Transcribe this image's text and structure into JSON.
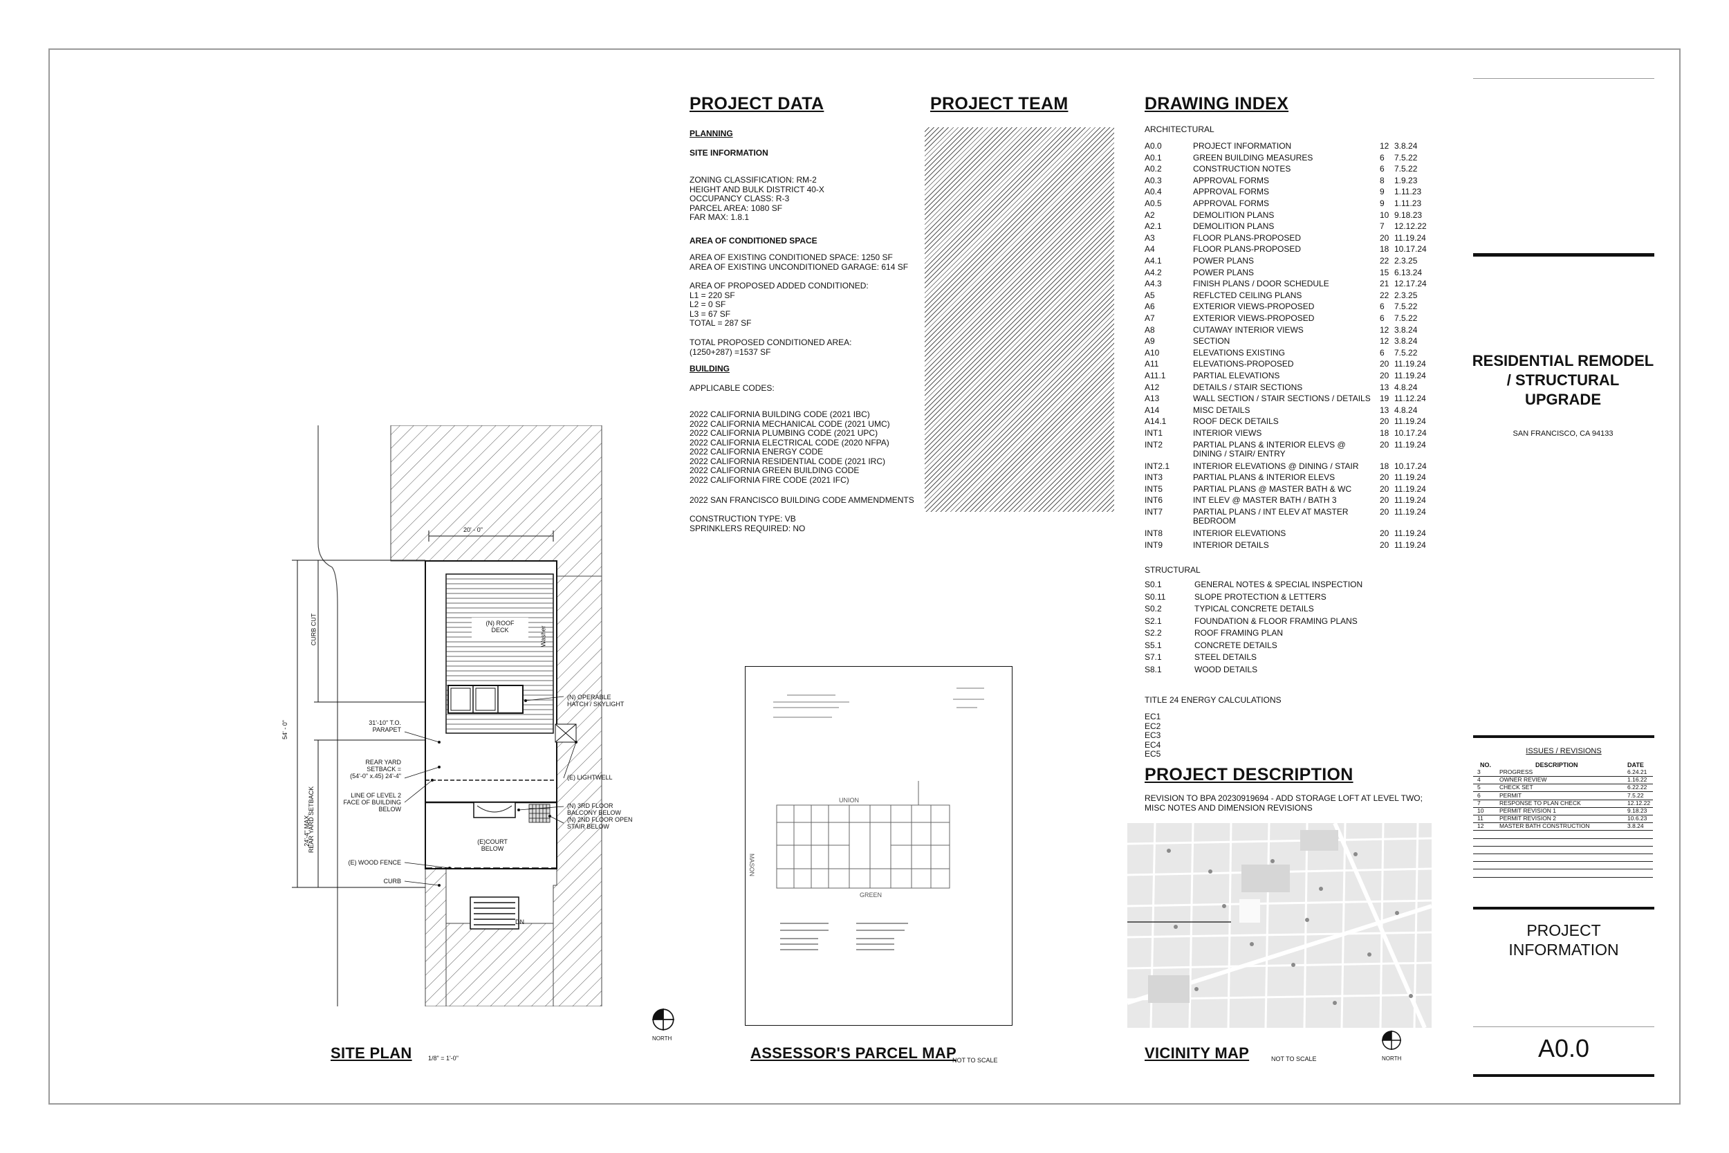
{
  "project_data": {
    "title": "PROJECT DATA",
    "planning": "PLANNING",
    "site_information": "SITE INFORMATION",
    "site_lines": [
      "ZONING CLASSIFICATION:  RM-2",
      "HEIGHT AND BULK DISTRICT 40-X",
      "OCCUPANCY CLASS: R-3",
      "PARCEL AREA: 1080 SF",
      "FAR MAX: 1.8.1"
    ],
    "conditioned_heading": "AREA OF CONDITIONED SPACE",
    "conditioned_lines": [
      "AREA OF EXISTING CONDITIONED SPACE: 1250 SF",
      "AREA OF EXISTING UNCONDITIONED GARAGE: 614 SF"
    ],
    "added_lines": [
      "AREA OF PROPOSED ADDED CONDITIONED:",
      "L1 = 220 SF",
      "L2 = 0 SF",
      "L3 = 67 SF",
      "TOTAL = 287 SF"
    ],
    "total_lines": [
      "TOTAL PROPOSED CONDITIONED AREA:",
      "(1250+287) =1537 SF"
    ],
    "building": "BUILDING",
    "applicable_codes": "APPLICABLE CODES:",
    "codes": [
      "2022 CALIFORNIA BUILDING CODE (2021 IBC)",
      "2022 CALIFORNIA MECHANICAL CODE (2021 UMC)",
      "2022 CALIFORNIA PLUMBING CODE (2021 UPC)",
      "2022 CALIFORNIA ELECTRICAL CODE (2020 NFPA)",
      "2022 CALIFORNIA ENERGY CODE",
      "2022 CALIFORNIA RESIDENTIAL CODE (2021 IRC)",
      "2022 CALIFORNIA GREEN BUILDING CODE",
      "2022 CALIFORNIA FIRE CODE (2021 IFC)"
    ],
    "sf_code": "2022 SAN FRANCISCO BUILDING CODE AMMENDMENTS",
    "construction_lines": [
      "CONSTRUCTION TYPE: VB",
      "SPRINKLERS REQUIRED:  NO"
    ]
  },
  "project_team": {
    "title": "PROJECT TEAM"
  },
  "drawing_index": {
    "title": "DRAWING INDEX",
    "architectural_label": "ARCHITECTURAL",
    "architectural": [
      {
        "num": "A0.0",
        "title": "PROJECT INFORMATION",
        "rev": "12",
        "date": "3.8.24"
      },
      {
        "num": "A0.1",
        "title": "GREEN BUILDING MEASURES",
        "rev": "6",
        "date": "7.5.22"
      },
      {
        "num": "A0.2",
        "title": "CONSTRUCTION NOTES",
        "rev": "6",
        "date": "7.5.22"
      },
      {
        "num": "A0.3",
        "title": "APPROVAL FORMS",
        "rev": "8",
        "date": "1.9.23"
      },
      {
        "num": "A0.4",
        "title": "APPROVAL FORMS",
        "rev": "9",
        "date": "1.11.23"
      },
      {
        "num": "A0.5",
        "title": "APPROVAL FORMS",
        "rev": "9",
        "date": "1.11.23"
      },
      {
        "num": "A2",
        "title": "DEMOLITION PLANS",
        "rev": "10",
        "date": "9.18.23"
      },
      {
        "num": "A2.1",
        "title": "DEMOLITION PLANS",
        "rev": "7",
        "date": "12.12.22"
      },
      {
        "num": "A3",
        "title": "FLOOR PLANS-PROPOSED",
        "rev": "20",
        "date": "11.19.24"
      },
      {
        "num": "A4",
        "title": "FLOOR PLANS-PROPOSED",
        "rev": "18",
        "date": "10.17.24"
      },
      {
        "num": "A4.1",
        "title": "POWER PLANS",
        "rev": "22",
        "date": "2.3.25"
      },
      {
        "num": "A4.2",
        "title": "POWER PLANS",
        "rev": "15",
        "date": "6.13.24"
      },
      {
        "num": "A4.3",
        "title": "FINISH PLANS / DOOR SCHEDULE",
        "rev": "21",
        "date": "12.17.24"
      },
      {
        "num": "A5",
        "title": "REFLCTED CEILING PLANS",
        "rev": "22",
        "date": "2.3.25"
      },
      {
        "num": "A6",
        "title": "EXTERIOR VIEWS-PROPOSED",
        "rev": "6",
        "date": "7.5.22"
      },
      {
        "num": "A7",
        "title": "EXTERIOR VIEWS-PROPOSED",
        "rev": "6",
        "date": "7.5.22"
      },
      {
        "num": "A8",
        "title": "CUTAWAY INTERIOR  VIEWS",
        "rev": "12",
        "date": "3.8.24"
      },
      {
        "num": "A9",
        "title": "SECTION",
        "rev": "12",
        "date": "3.8.24"
      },
      {
        "num": "A10",
        "title": "ELEVATIONS EXISTING",
        "rev": "6",
        "date": "7.5.22"
      },
      {
        "num": "A11",
        "title": "ELEVATIONS-PROPOSED",
        "rev": "20",
        "date": "11.19.24"
      },
      {
        "num": "A11.1",
        "title": "PARTIAL ELEVATIONS",
        "rev": "20",
        "date": "11.19.24"
      },
      {
        "num": "A12",
        "title": "DETAILS / STAIR SECTIONS",
        "rev": "13",
        "date": "4.8.24"
      },
      {
        "num": "A13",
        "title": "WALL SECTION / STAIR SECTIONS / DETAILS",
        "rev": "19",
        "date": "11.12.24"
      },
      {
        "num": "A14",
        "title": "MISC  DETAILS",
        "rev": "13",
        "date": "4.8.24"
      },
      {
        "num": "A14.1",
        "title": "ROOF DECK DETAILS",
        "rev": "20",
        "date": "11.19.24"
      },
      {
        "num": "INT1",
        "title": "INTERIOR VIEWS",
        "rev": "18",
        "date": "10.17.24"
      },
      {
        "num": "INT2",
        "title": "PARTIAL PLANS & INTERIOR ELEVS @",
        "title2": "DINING / STAIR/ ENTRY",
        "rev": "20",
        "date": "11.19.24"
      },
      {
        "num": "INT2.1",
        "title": "INTERIOR ELEVATIONS @ DINING / STAIR",
        "rev": "18",
        "date": "10.17.24"
      },
      {
        "num": "INT3",
        "title": "PARTIAL PLANS & INTERIOR ELEVS",
        "rev": "20",
        "date": "11.19.24"
      },
      {
        "num": "INT5",
        "title": "PARTIAL PLANS @  MASTER BATH & WC",
        "rev": "20",
        "date": "11.19.24"
      },
      {
        "num": "INT6",
        "title": "INT ELEV @ MASTER BATH / BATH 3",
        "rev": "20",
        "date": "11.19.24"
      },
      {
        "num": "INT7",
        "title": "PARTIAL PLANS / INT ELEV AT MASTER",
        "title2": "BEDROOM",
        "rev": "20",
        "date": "11.19.24"
      },
      {
        "num": "INT8",
        "title": "INTERIOR ELEVATIONS",
        "rev": "20",
        "date": "11.19.24"
      },
      {
        "num": "INT9",
        "title": "INTERIOR DETAILS",
        "rev": "20",
        "date": "11.19.24"
      }
    ],
    "structural_label": "STRUCTURAL",
    "structural": [
      {
        "num": "S0.1",
        "title": "GENERAL NOTES & SPECIAL INSPECTION"
      },
      {
        "num": "S0.11",
        "title": "SLOPE PROTECTION & LETTERS"
      },
      {
        "num": "S0.2",
        "title": "TYPICAL CONCRETE DETAILS"
      },
      {
        "num": "S2.1",
        "title": "FOUNDATION & FLOOR FRAMING PLANS"
      },
      {
        "num": "S2.2",
        "title": "ROOF FRAMING PLAN"
      },
      {
        "num": "S5.1",
        "title": "CONCRETE DETAILS"
      },
      {
        "num": "S7.1",
        "title": "STEEL DETAILS"
      },
      {
        "num": "S8.1",
        "title": "WOOD DETAILS"
      }
    ],
    "title24_label": "TITLE 24 ENERGY CALCULATIONS",
    "title24": [
      "EC1",
      "EC2",
      "EC3",
      "EC4",
      "EC5"
    ]
  },
  "project_description": {
    "title": "PROJECT DESCRIPTION",
    "lines": [
      "REVISION TO BPA 20230919694 - ADD STORAGE LOFT AT LEVEL TWO;",
      "MISC NOTES AND DIMENSION REVISIONS"
    ]
  },
  "site_plan": {
    "title": "SITE PLAN",
    "scale": "1/8\" = 1'-0\"",
    "north": "NORTH",
    "dim_top": "20' - 0\"",
    "dim_overall": "54' - 0\"",
    "dim_curb_cut": "CURB CUT",
    "dim_max": "24'-4\" MAX.",
    "dim_setback": "REAR YARD SETBACK",
    "roof_deck": [
      "(N) ROOF",
      "DECK"
    ],
    "washer": "Washer",
    "court": [
      "(E)COURT",
      "BELOW"
    ],
    "dn": "DN",
    "left_notes": [
      [
        "31'-10\" T.O.",
        "PARAPET"
      ],
      [
        "REAR YARD",
        "SETBACK =",
        "(54'-0\" x.45) 24'-4\""
      ],
      [
        "LINE OF LEVEL 2",
        "FACE OF BUILDING",
        "BELOW"
      ],
      [
        "(E) WOOD FENCE"
      ],
      [
        "CURB"
      ]
    ],
    "right_notes": [
      [
        "(N) OPERABLE",
        "HATCH / SKYLIGHT"
      ],
      [
        "(E) LIGHTWELL"
      ],
      [
        "(N) 3RD FLOOR",
        "BALCONY BELOW",
        "(N) 2ND FLOOR OPEN",
        "STAIR BELOW"
      ]
    ]
  },
  "parcel_map": {
    "title": "ASSESSOR'S PARCEL MAP",
    "note": "NOT TO SCALE",
    "street_top": "UNION",
    "street_bottom": "GREEN",
    "street_left": "MASON"
  },
  "vicinity_map": {
    "title": "VICINITY MAP",
    "note": "NOT TO SCALE",
    "north": "NORTH"
  },
  "title_block": {
    "project_title": [
      "RESIDENTIAL REMODEL",
      "/ STRUCTURAL",
      "UPGRADE"
    ],
    "location": "SAN FRANCISCO, CA  94133",
    "issues_title": "ISSUES / REVISIONS",
    "col_no": "NO.",
    "col_desc": "DESCRIPTION",
    "col_date": "DATE",
    "revisions": [
      {
        "no": "3",
        "desc": "PROGRESS",
        "date": "6.24.21"
      },
      {
        "no": "4",
        "desc": "OWNER REVIEW",
        "date": "1.16.22"
      },
      {
        "no": "5",
        "desc": "CHECK SET",
        "date": "6.22.22"
      },
      {
        "no": "6",
        "desc": "PERMIT",
        "date": "7.5.22"
      },
      {
        "no": "7",
        "desc": "RESPONSE TO PLAN CHECK",
        "date": "12.12.22"
      },
      {
        "no": "10",
        "desc": "PERMIT REVISION 1",
        "date": "9.18.23"
      },
      {
        "no": "11",
        "desc": "PERMIT REVISION 2",
        "date": "10.6.23"
      },
      {
        "no": "12",
        "desc": "MASTER BATH CONSTRUCTION",
        "date": "3.8.24"
      }
    ],
    "sheet_title": [
      "PROJECT",
      "INFORMATION"
    ],
    "sheet_number": "A0.0"
  }
}
